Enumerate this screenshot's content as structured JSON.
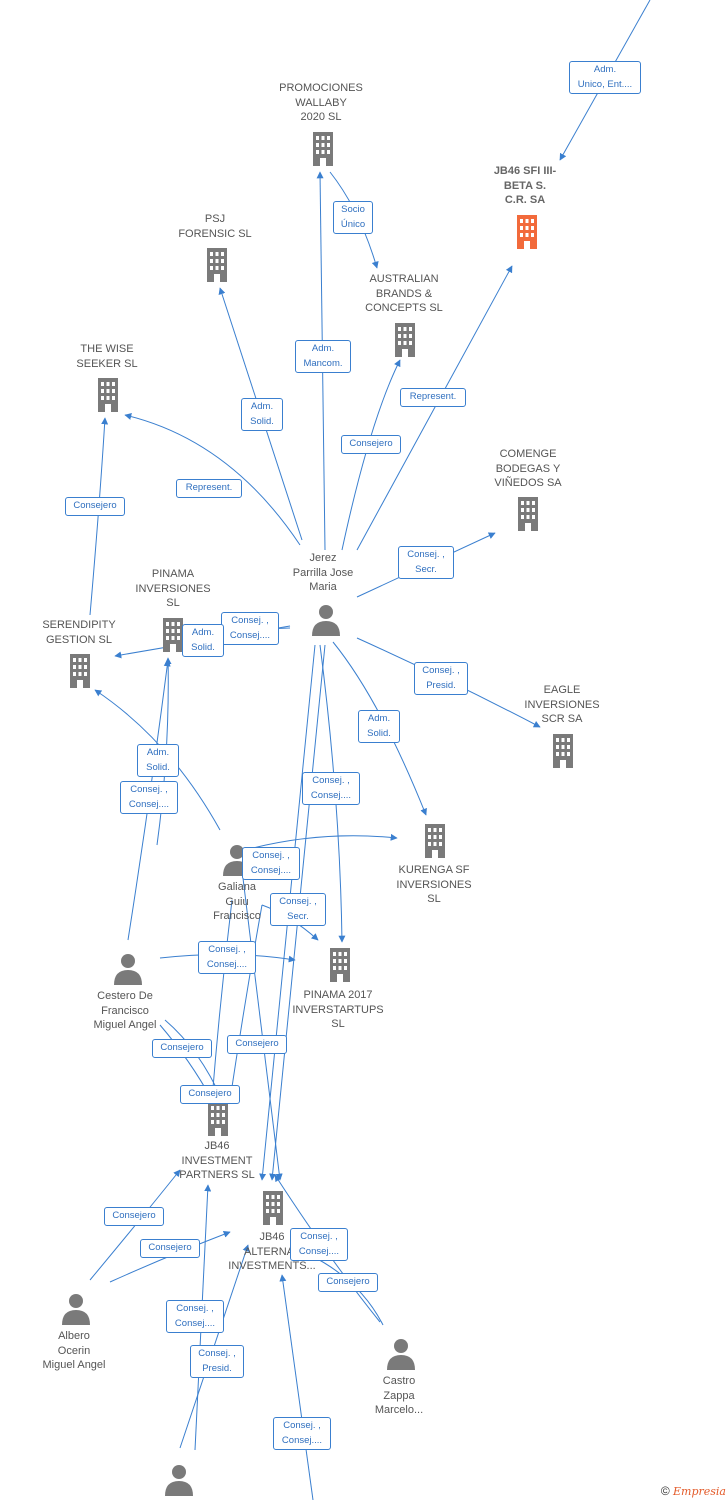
{
  "colors": {
    "edge": "#3a7fcf",
    "label_border": "#3a7fcf",
    "company": "#7a7a7a",
    "focus_company": "#f26a3b",
    "person": "#7a7a7a"
  },
  "nodes": {
    "promociones": {
      "label": "PROMOCIONES\nWALLABY\n2020  SL",
      "icon": "building-icon"
    },
    "jb46sfi": {
      "label": "JB46 SFI III-\nBETA S.\nC.R. SA",
      "icon": "building-icon",
      "focus": true
    },
    "psj": {
      "label": "PSJ\nFORENSIC  SL",
      "icon": "building-icon"
    },
    "australian": {
      "label": "AUSTRALIAN\nBRANDS &\nCONCEPTS  SL",
      "icon": "building-icon"
    },
    "wiseseeker": {
      "label": "THE WISE\nSEEKER  SL",
      "icon": "building-icon"
    },
    "comenge": {
      "label": "COMENGE\nBODEGAS Y\nVIÑEDOS SA",
      "icon": "building-icon"
    },
    "jerez": {
      "label": "Jerez\nParrilla Jose\nMaria",
      "icon": "person-icon"
    },
    "pinama": {
      "label": "PINAMA\nINVERSIONES\nSL",
      "icon": "building-icon"
    },
    "serendipity": {
      "label": "SERENDIPITY\nGESTION  SL",
      "icon": "building-icon"
    },
    "eagle": {
      "label": "EAGLE\nINVERSIONES\nSCR SA",
      "icon": "building-icon"
    },
    "kurenga": {
      "label": "KURENGA SF\nINVERSIONES\nSL",
      "icon": "building-icon"
    },
    "galiana": {
      "label": "Galiana\nGuiu\nFrancisco",
      "icon": "person-icon"
    },
    "cestero": {
      "label": "Cestero De\nFrancisco\nMiguel Angel",
      "icon": "person-icon"
    },
    "pinama2017": {
      "label": "PINAMA 2017\nINVERSTARTUPS\nSL",
      "icon": "building-icon"
    },
    "jb46inv": {
      "label": "JB46\nINVESTMENT\nPARTNERS  SL",
      "icon": "building-icon"
    },
    "jb46alt": {
      "label": "JB46\nALTERNAT\nINVESTMENTS...",
      "icon": "building-icon"
    },
    "albero": {
      "label": "Albero\nOcerin\nMiguel Angel",
      "icon": "person-icon"
    },
    "castro": {
      "label": "Castro\nZappa\nMarcelo...",
      "icon": "person-icon"
    },
    "bottomperson": {
      "label": "",
      "icon": "person-icon"
    }
  },
  "relations": [
    "Adm.\nUnico, Ent....",
    "Socio\nÚnico",
    "Adm.\nSolid.",
    "Adm.\nMancom.",
    "Represent.",
    "Consejero",
    "Represent.",
    "Consejero",
    "Consej. ,\nSecr.",
    "Consej. ,\nConsej....",
    "Adm.\nSolid.",
    "Consej. ,\nPresid.",
    "Adm.\nSolid.",
    "Consej. ,\nConsej....",
    "Adm.\nSolid.",
    "Consej. ,\nConsej....",
    "Consej. ,\nSecr.",
    "Consej. ,\nConsej....",
    "Consej. ,\nConsej....",
    "Consejero",
    "Consejero",
    "Consejero",
    "Consejero",
    "Consejero",
    "Consej. ,\nConsej....",
    "Consejero",
    "Consej. ,\nConsej....",
    "Consej. ,\nPresid.",
    "Consej. ,\nConsej...."
  ],
  "footer": {
    "copyright": "©",
    "brand": "Empresia"
  }
}
